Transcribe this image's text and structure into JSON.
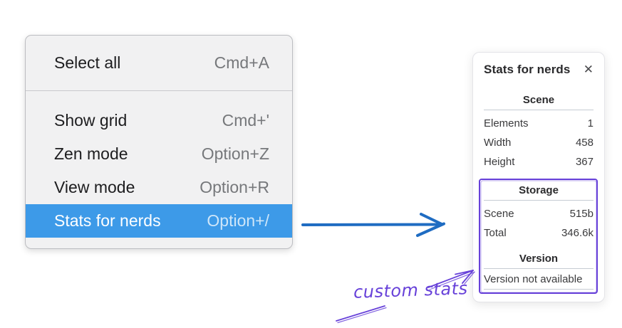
{
  "context_menu": {
    "highlight_color": "#3d9ae8",
    "items": [
      {
        "label": "Select all",
        "shortcut": "Cmd+A",
        "highlighted": false
      },
      {
        "label": "Show grid",
        "shortcut": "Cmd+'",
        "highlighted": false
      },
      {
        "label": "Zen mode",
        "shortcut": "Option+Z",
        "highlighted": false
      },
      {
        "label": "View mode",
        "shortcut": "Option+R",
        "highlighted": false
      },
      {
        "label": "Stats for nerds",
        "shortcut": "Option+/",
        "highlighted": true
      }
    ]
  },
  "stats_panel": {
    "title": "Stats for nerds",
    "close_icon": "✕",
    "sections": {
      "scene": {
        "heading": "Scene",
        "rows": [
          {
            "label": "Elements",
            "value": "1"
          },
          {
            "label": "Width",
            "value": "458"
          },
          {
            "label": "Height",
            "value": "367"
          }
        ]
      },
      "storage": {
        "heading": "Storage",
        "rows": [
          {
            "label": "Scene",
            "value": "515b"
          },
          {
            "label": "Total",
            "value": "346.6k"
          }
        ]
      },
      "version": {
        "heading": "Version",
        "note": "Version not available"
      }
    }
  },
  "annotations": {
    "custom_stats_label": "custom stats",
    "purple_color": "#6741d9",
    "blue_arrow_color": "#1f6cc2"
  }
}
